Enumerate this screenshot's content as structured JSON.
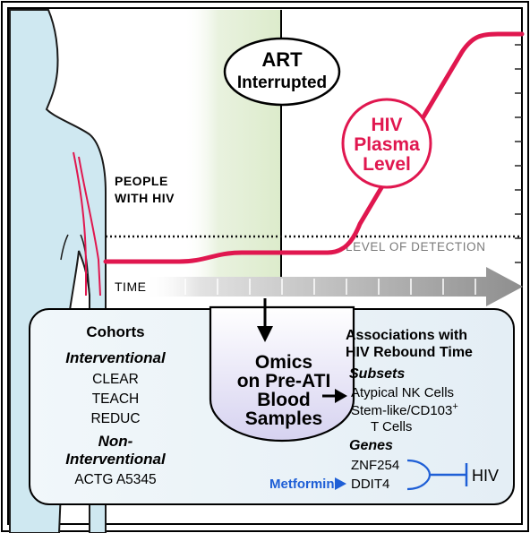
{
  "header": {
    "art_line1": "ART",
    "art_line2": "Interrupted",
    "hiv_line1": "HIV",
    "hiv_line2": "Plasma",
    "hiv_line3": "Level",
    "people_line1": "PEOPLE",
    "people_line2": "WITH HIV",
    "lod_label": "LEVEL OF DETECTION",
    "time_label": "TIME"
  },
  "cohorts": {
    "title": "Cohorts",
    "interventional_heading": "Interventional",
    "interventional": [
      "CLEAR",
      "TEACH",
      "REDUC"
    ],
    "non_heading_1": "Non-",
    "non_heading_2": "Interventional",
    "non_interventional": [
      "ACTG A5345"
    ]
  },
  "omics": {
    "lines": [
      "Omics",
      "on Pre-ATI",
      "Blood",
      "Samples"
    ]
  },
  "associations": {
    "title_1": "Associations with",
    "title_2": "HIV Rebound Time",
    "subsets_heading": "Subsets",
    "subset_1": "Atypical NK Cells",
    "subset_2_main": "Stem-like/CD103",
    "subset_2_sup": "+",
    "subset_3": "T Cells",
    "genes_heading": "Genes",
    "gene_1": "ZNF254",
    "gene_2": "DDIT4",
    "target": "HIV",
    "drug": "Metformin"
  },
  "colors": {
    "curve": "#e0174f",
    "drug_blue": "#1f5fd6",
    "body_fill": "#cfe8f1",
    "green_fill": "#e9f2df",
    "panel_fill": "#e9f3f8"
  },
  "icons": [
    "body-silhouette-icon",
    "time-arrow-icon",
    "down-arrow-icon",
    "right-arrow-icon",
    "inhibition-bar-icon"
  ]
}
